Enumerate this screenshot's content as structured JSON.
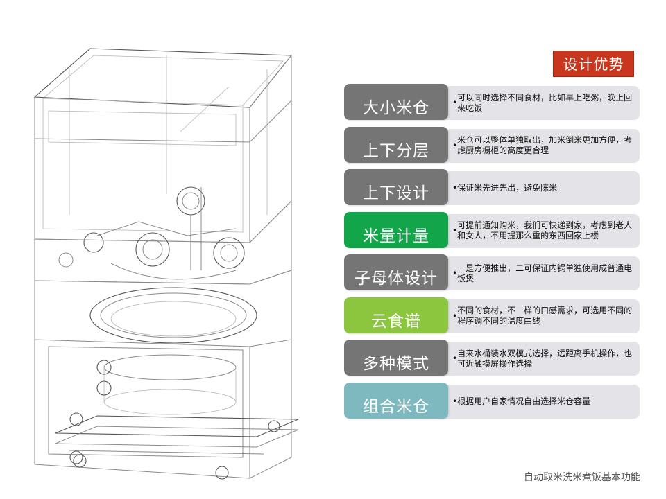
{
  "title_tag": "设计优势",
  "colors": {
    "title_bg": "#c8361e",
    "gray": "#757575",
    "green_dark": "#12a54a",
    "green_light": "#8cc63f",
    "teal": "#7fb9c0",
    "desc_bg": "#e4e4e8"
  },
  "features": [
    {
      "label": "大小米仓",
      "color": "#757575",
      "bullet": "•",
      "desc": "可以同时选择不同食材，比如早上吃粥，晚上回来吃饭"
    },
    {
      "label": "上下分层",
      "color": "#757575",
      "bullet": "•",
      "desc": "米仓可以整体单独取出，加米倒米更加方便，考虑厨房橱柜的高度更合理"
    },
    {
      "label": "上下设计",
      "color": "#757575",
      "bullet": "•",
      "desc": "保证米先进先出，避免陈米"
    },
    {
      "label": "米量计量",
      "color": "#12a54a",
      "bullet": "•",
      "desc": "可提前通知购米，我们可快递到家，考虑到老人和女人，不用提那么重的东西回家上楼"
    },
    {
      "label": "子母体设计",
      "color": "#757575",
      "bullet": "•",
      "desc": "一是方便推出，二可保证内锅单独使用成普通电饭煲"
    },
    {
      "label": "云食谱",
      "color": "#8cc63f",
      "bullet": "•",
      "desc": "不同的食材，不一样的口感需求，可选用不同的程序调不同的温度曲线"
    },
    {
      "label": "多种模式",
      "color": "#757575",
      "bullet": "•",
      "desc": "自来水桶装水双模式选择，远距离手机操作，也可近触摸屏操作选择"
    },
    {
      "label": "组合米仓",
      "color": "#7fb9c0",
      "bullet": "•",
      "desc": "根据用户自家情况自由选择米仓容量"
    }
  ],
  "footer": "自动取米洗米煮饭基本功能"
}
